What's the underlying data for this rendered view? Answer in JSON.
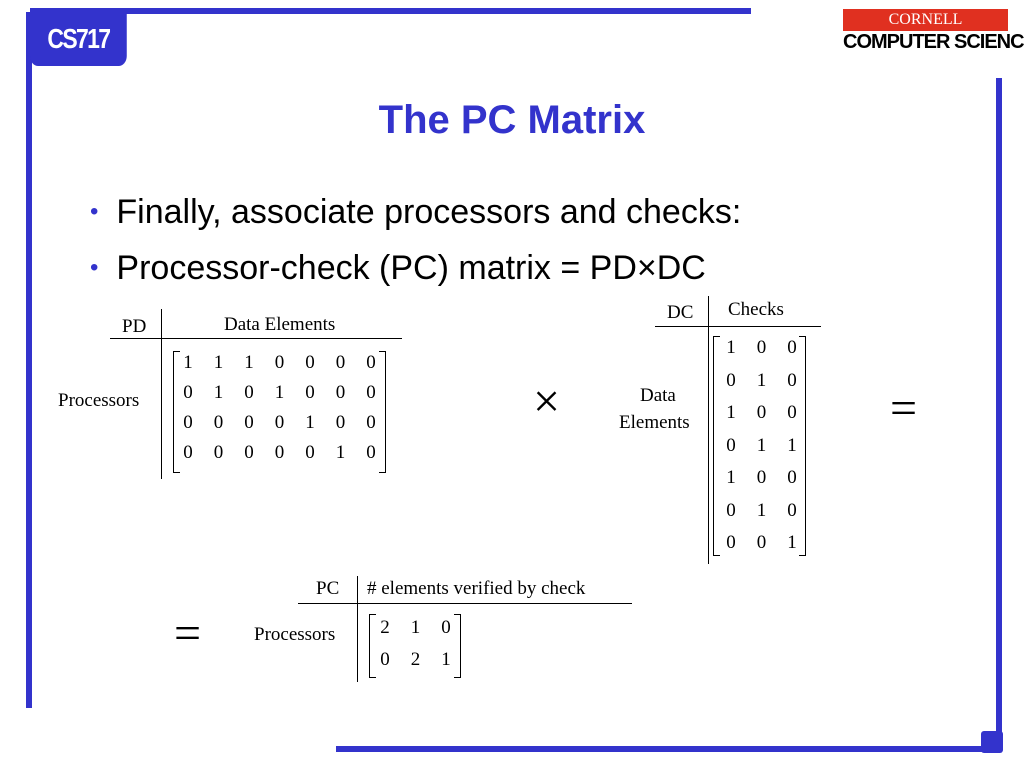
{
  "badge": "CS717",
  "logo": {
    "top": "CORNELL UNIVERSITY",
    "bottom": "COMPUTER SCIENCE"
  },
  "title": "The PC Matrix",
  "bullets": [
    "Finally, associate processors and checks:",
    "Processor-check (PC) matrix = PD×DC"
  ],
  "pd": {
    "corner": "PD",
    "col_header": "Data Elements",
    "row_header": "Processors",
    "rows": [
      [
        "1",
        "1",
        "1",
        "0",
        "0",
        "0",
        "0"
      ],
      [
        "0",
        "1",
        "0",
        "1",
        "0",
        "0",
        "0"
      ],
      [
        "0",
        "0",
        "0",
        "0",
        "1",
        "0",
        "0"
      ],
      [
        "0",
        "0",
        "0",
        "0",
        "0",
        "1",
        "0"
      ]
    ]
  },
  "times": "×",
  "dc": {
    "corner": "DC",
    "col_header": "Checks",
    "row_header_line1": "Data",
    "row_header_line2": "Elements",
    "rows": [
      [
        "1",
        "0",
        "0"
      ],
      [
        "0",
        "1",
        "0"
      ],
      [
        "1",
        "0",
        "0"
      ],
      [
        "0",
        "1",
        "1"
      ],
      [
        "1",
        "0",
        "0"
      ],
      [
        "0",
        "1",
        "0"
      ],
      [
        "0",
        "0",
        "1"
      ]
    ]
  },
  "equals": "=",
  "pc": {
    "corner": "PC",
    "col_header": "# elements verified by check",
    "row_header": "Processors",
    "rows": [
      [
        "2",
        "1",
        "0"
      ],
      [
        "0",
        "2",
        "1"
      ]
    ]
  },
  "colors": {
    "accent": "#3333cc",
    "logo_red": "#e03020"
  }
}
